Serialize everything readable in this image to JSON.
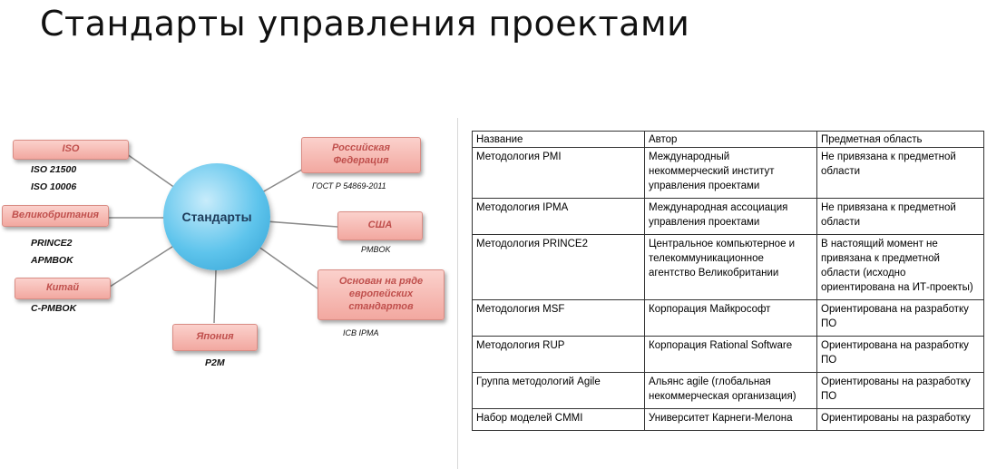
{
  "title": "Стандарты управления проектами",
  "diagram": {
    "center": "Стандарты",
    "nodes": [
      {
        "box": "ISO",
        "items": [
          "ISO 21500",
          "ISO 10006"
        ]
      },
      {
        "box": "Великобритания",
        "items": [
          "PRINCE2",
          "APMBOK"
        ]
      },
      {
        "box": "Китай",
        "items": [
          "C-PMBOK"
        ]
      },
      {
        "box": "Япония",
        "items": [
          "P2M"
        ]
      },
      {
        "box": "Российская Федерация",
        "items": [
          "ГОСТ Р 54869-2011"
        ]
      },
      {
        "box": "США",
        "items": [
          "PMBOK"
        ]
      },
      {
        "box": "Основан на ряде европейских стандартов",
        "items": [
          "ICB IPMA"
        ]
      }
    ]
  },
  "table": {
    "headers": [
      "Название",
      "Автор",
      "Предметная область"
    ],
    "rows": [
      [
        "Методология PMI",
        "Международный некоммерческий институт управления проектами",
        "Не привязана к предметной области"
      ],
      [
        "Методология IPMA",
        "Международная ассоциация управления проектами",
        "Не привязана к предметной области"
      ],
      [
        "Методология PRINCE2",
        "Центральное компьютерное и телекоммуникационное агентство Великобритании",
        "В настоящий момент не привязана к предметной области (исходно ориентирована на ИТ-проекты)"
      ],
      [
        "Методология MSF",
        "Корпорация Майкрософт",
        "Ориентирована на разработку ПО"
      ],
      [
        "Методология RUP",
        "Корпорация Rational Software",
        "Ориентирована на разработку ПО"
      ],
      [
        "Группа методологий Agile",
        "Альянс agile (глобальная некоммерческая организация)",
        "Ориентированы на разработку ПО"
      ],
      [
        "Набор моделей CMMI",
        "Университет Карнеги-Мелона",
        "Ориентированы на разработку"
      ]
    ]
  }
}
